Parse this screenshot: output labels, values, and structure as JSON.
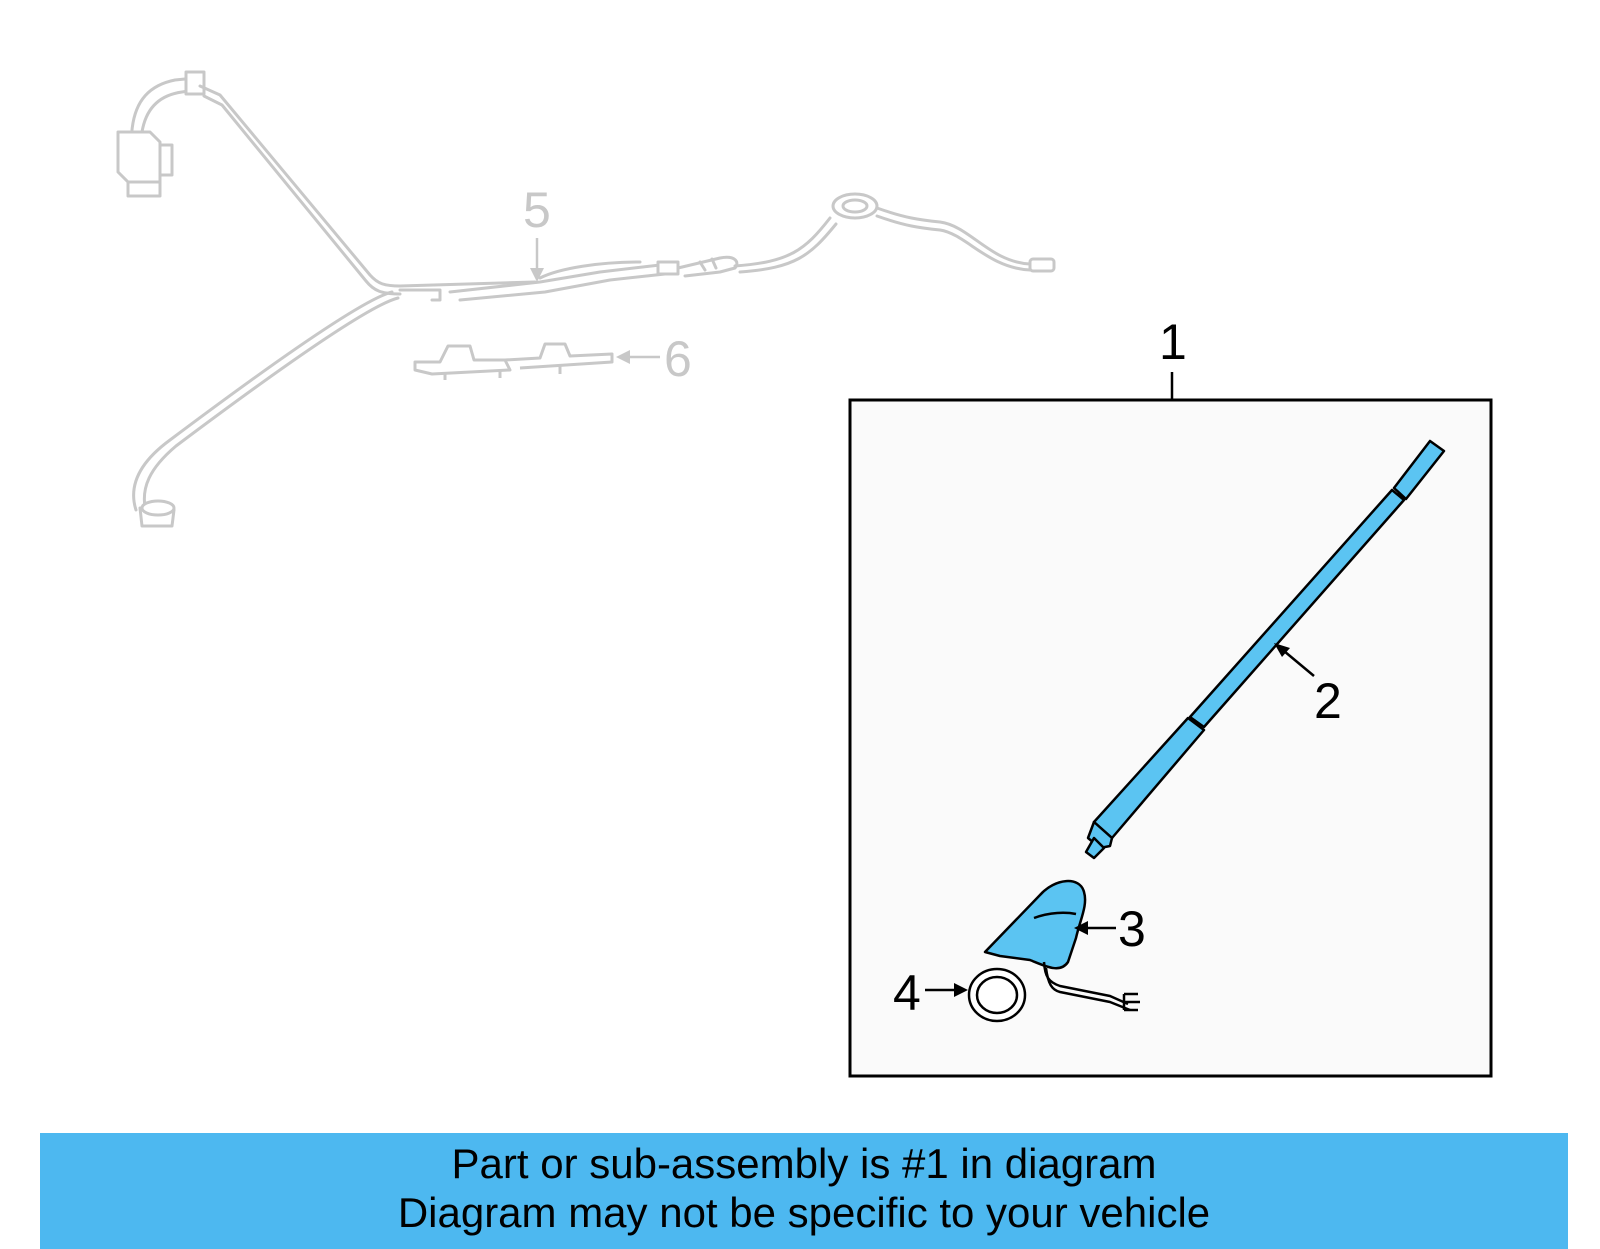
{
  "callouts": {
    "c1": "1",
    "c2": "2",
    "c3": "3",
    "c4": "4",
    "c5": "5",
    "c6": "6"
  },
  "banner": {
    "line1": "Part or sub-assembly is #1 in diagram",
    "line2": "Diagram may not be specific to your vehicle"
  },
  "colors": {
    "highlight": "#5bc4f2",
    "banner": "#4db8f0",
    "ghost_stroke": "#c8c8c8",
    "box_fill": "#fafafa"
  }
}
